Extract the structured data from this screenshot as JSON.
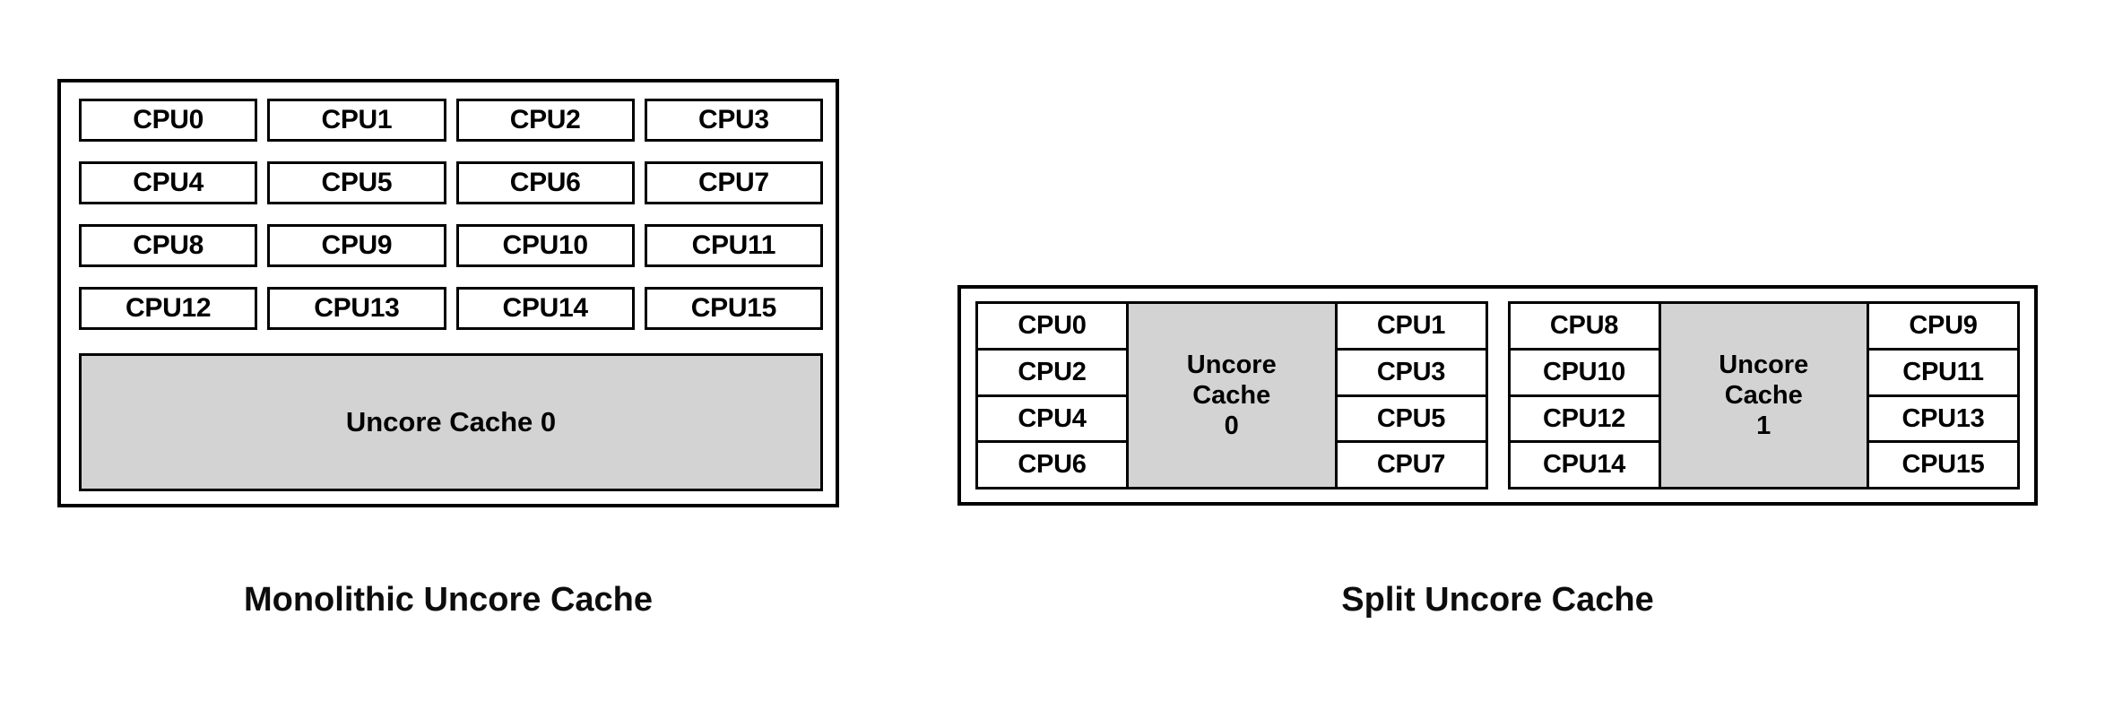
{
  "colors": {
    "cache_fill": "#d3d3d3",
    "stroke": "#000000",
    "background": "#ffffff",
    "text": "#000000"
  },
  "figures": {
    "monolithic": {
      "caption": "Monolithic Uncore Cache",
      "cpus": [
        "CPU0",
        "CPU1",
        "CPU2",
        "CPU3",
        "CPU4",
        "CPU5",
        "CPU6",
        "CPU7",
        "CPU8",
        "CPU9",
        "CPU10",
        "CPU11",
        "CPU12",
        "CPU13",
        "CPU14",
        "CPU15"
      ],
      "cache": {
        "label": "Uncore Cache 0"
      }
    },
    "split": {
      "caption": "Split Uncore Cache",
      "clusters": [
        {
          "left_cpus": [
            "CPU0",
            "CPU2",
            "CPU4",
            "CPU6"
          ],
          "cache": {
            "label": "Uncore\nCache\n0"
          },
          "right_cpus": [
            "CPU1",
            "CPU3",
            "CPU5",
            "CPU7"
          ]
        },
        {
          "left_cpus": [
            "CPU8",
            "CPU10",
            "CPU12",
            "CPU14"
          ],
          "cache": {
            "label": "Uncore\nCache\n1"
          },
          "right_cpus": [
            "CPU9",
            "CPU11",
            "CPU13",
            "CPU15"
          ]
        }
      ]
    }
  }
}
